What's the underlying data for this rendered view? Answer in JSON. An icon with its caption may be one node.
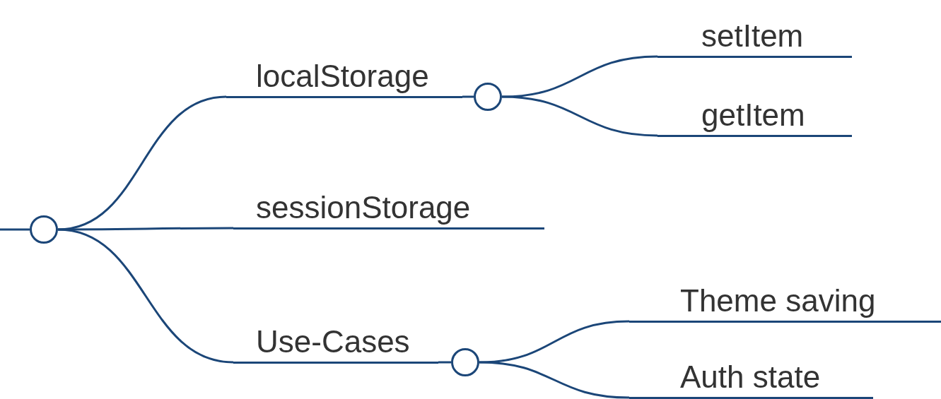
{
  "diagram": {
    "nodes": [
      {
        "text": [],
        "shape": "circle"
      },
      {
        "text": [
          "localStorage"
        ]
      },
      {
        "text": [],
        "shape": "circle"
      },
      {
        "text": [
          "setItem"
        ]
      },
      {
        "text": [
          "getItem"
        ]
      },
      {
        "text": [
          "sessionStorage"
        ]
      },
      {
        "text": [
          "Use-Cases"
        ]
      },
      {
        "text": [],
        "shape": "circle"
      },
      {
        "text": [
          "Theme saving"
        ]
      },
      {
        "text": [
          "Auth state"
        ]
      }
    ],
    "edges": [
      {
        "from": null,
        "to": 0,
        "arrow": "none"
      },
      {
        "from": 0,
        "to": 1,
        "arrow": "none"
      },
      {
        "from": 1,
        "to": 2,
        "arrow": "none"
      },
      {
        "from": 2,
        "to": 3,
        "arrow": "none"
      },
      {
        "from": 2,
        "to": 4,
        "arrow": "none"
      },
      {
        "from": 0,
        "to": 5,
        "arrow": "none"
      },
      {
        "from": 0,
        "to": 6,
        "arrow": "none"
      },
      {
        "from": 6,
        "to": 7,
        "arrow": "none"
      },
      {
        "from": 7,
        "to": 8,
        "arrow": "none"
      },
      {
        "from": 7,
        "to": 9,
        "arrow": "none"
      }
    ]
  }
}
